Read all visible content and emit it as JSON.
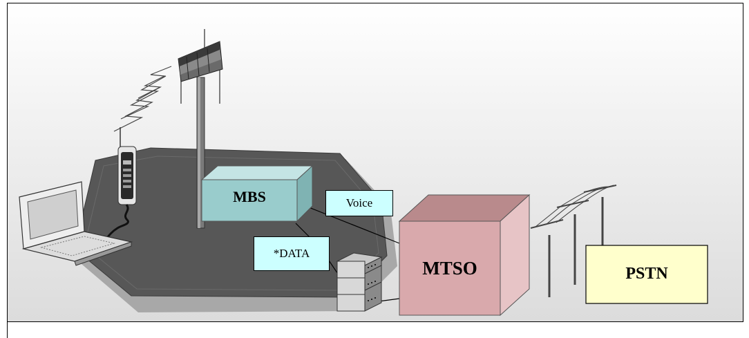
{
  "diagram": {
    "mbs_label": "MBS",
    "mtso_label": "MTSO",
    "pstn_label": "PSTN",
    "voice_label": "Voice",
    "data_label": "*DATA"
  },
  "colors": {
    "mbs_box": "#99cccc",
    "mtso_box": "#d9a9ac",
    "pstn_box": "#ffffcc",
    "callout": "#ccffff",
    "cell_area": "#555555"
  },
  "icons": [
    "laptop-icon",
    "cordless-phone-icon",
    "antenna-tower-icon",
    "modem-stack-icon",
    "utility-poles-icon"
  ]
}
